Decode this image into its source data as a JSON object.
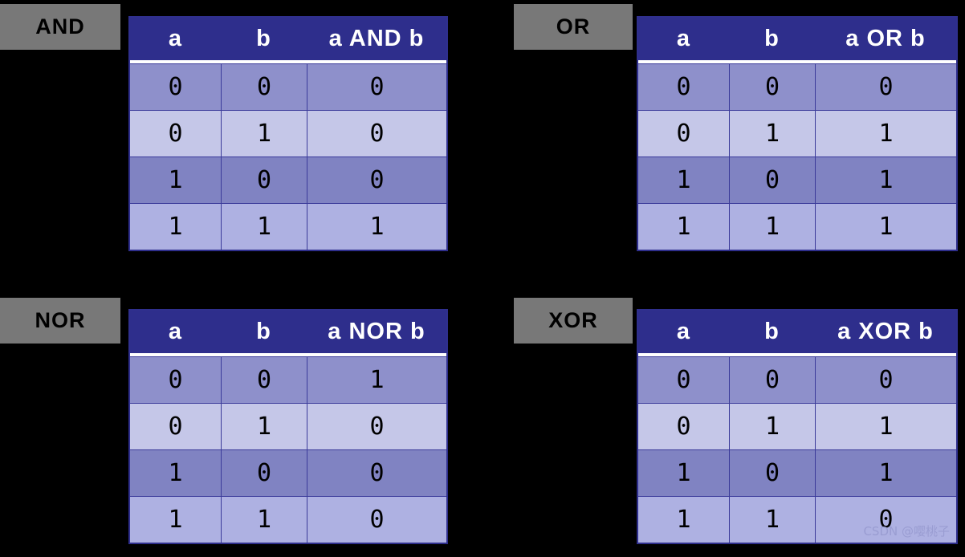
{
  "background_color": "#000000",
  "palette": {
    "label_chip_bg": "#787878",
    "label_chip_text": "#000000",
    "header_bg": "#2e2e8c",
    "header_text": "#ffffff",
    "header_rule": "#ffffff",
    "grid_line": "#3b3b9a",
    "row_band_0": "#8e90cb",
    "row_band_1": "#c5c7e8",
    "row_band_2": "#8083c2",
    "row_band_3": "#aeb1e2",
    "cell_text": "#000000",
    "watermark_text": "#9a9dd2"
  },
  "watermark": "CSDN @嘤桃子",
  "tables": [
    {
      "id": "and",
      "label": "AND",
      "headers": [
        "a",
        "b",
        "a AND b"
      ],
      "rows": [
        [
          "0",
          "0",
          "0"
        ],
        [
          "0",
          "1",
          "0"
        ],
        [
          "1",
          "0",
          "0"
        ],
        [
          "1",
          "1",
          "1"
        ]
      ]
    },
    {
      "id": "or",
      "label": "OR",
      "headers": [
        "a",
        "b",
        "a OR b"
      ],
      "rows": [
        [
          "0",
          "0",
          "0"
        ],
        [
          "0",
          "1",
          "1"
        ],
        [
          "1",
          "0",
          "1"
        ],
        [
          "1",
          "1",
          "1"
        ]
      ]
    },
    {
      "id": "nor",
      "label": "NOR",
      "headers": [
        "a",
        "b",
        "a NOR b"
      ],
      "rows": [
        [
          "0",
          "0",
          "1"
        ],
        [
          "0",
          "1",
          "0"
        ],
        [
          "1",
          "0",
          "0"
        ],
        [
          "1",
          "1",
          "0"
        ]
      ]
    },
    {
      "id": "xor",
      "label": "XOR",
      "headers": [
        "a",
        "b",
        "a XOR b"
      ],
      "rows": [
        [
          "0",
          "0",
          "0"
        ],
        [
          "0",
          "1",
          "1"
        ],
        [
          "1",
          "0",
          "1"
        ],
        [
          "1",
          "1",
          "0"
        ]
      ]
    }
  ]
}
